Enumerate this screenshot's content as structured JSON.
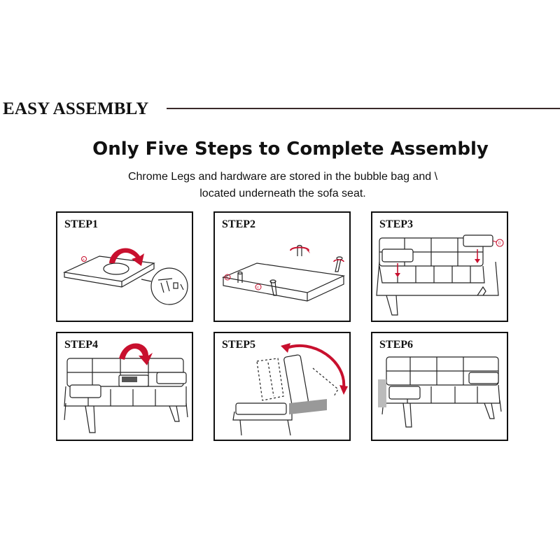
{
  "section": {
    "title": "EASY ASSEMBLY"
  },
  "headline": "Only Five Steps to Complete Assembly",
  "subtitle": {
    "line1": "Chrome Legs and hardware are stored in the bubble bag and \\",
    "line2": "located underneath the sofa seat."
  },
  "steps": [
    {
      "label": "STEP1",
      "callouts": [
        "A"
      ]
    },
    {
      "label": "STEP2",
      "callouts": [
        "B",
        "C"
      ]
    },
    {
      "label": "STEP3",
      "callouts": [
        "D"
      ]
    },
    {
      "label": "STEP4",
      "callouts": []
    },
    {
      "label": "STEP5",
      "callouts": []
    },
    {
      "label": "STEP6",
      "callouts": []
    }
  ],
  "colors": {
    "accent": "#c8102e",
    "ink": "#111111",
    "rule": "#3a2a2a"
  }
}
